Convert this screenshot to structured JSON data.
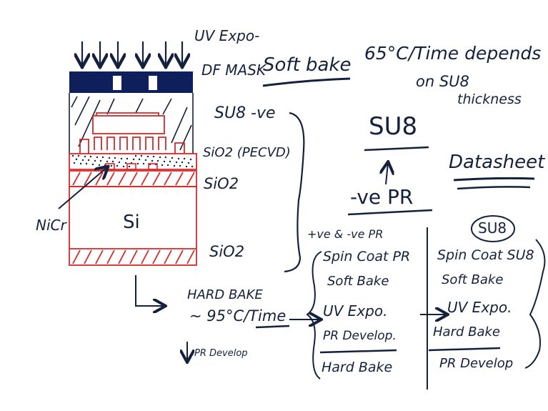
{
  "top": {
    "uv_expo": "UV Expo-",
    "df_mask": "DF MASK",
    "soft_bake": "Soft bake",
    "temp_time": "65°C/Time depends",
    "on_su8": "on SU8",
    "thickness": "thickness"
  },
  "stack_labels": {
    "su8_ve": "SU8 -ve",
    "sio2_pecvd": "SiO2 (PECVD)",
    "sio2_mid": "SiO2",
    "nicr": "NiCr",
    "si": "Si",
    "sio2_bottom": "SiO2"
  },
  "center": {
    "su8": "SU8",
    "datasheet": "Datasheet",
    "ve_pr": "-ve PR"
  },
  "flow_left": {
    "hard_bake": "HARD BAKE",
    "temp_time": "~ 95°C/Time",
    "pr_develop": "PR Develop"
  },
  "col_pr": {
    "title": "+ve & -ve PR",
    "steps": [
      "Spin Coat PR",
      "Soft Bake",
      "UV Expo.",
      "PR Develop.",
      "Hard Bake"
    ]
  },
  "col_su8": {
    "title": "SU8",
    "steps": [
      "Spin Coat SU8",
      "Soft Bake",
      "UV Expo.",
      "Hard Bake",
      "PR Develop"
    ]
  },
  "colors": {
    "ink": "#14213d",
    "red": "#d62828",
    "mask": "#0f1f5c"
  }
}
